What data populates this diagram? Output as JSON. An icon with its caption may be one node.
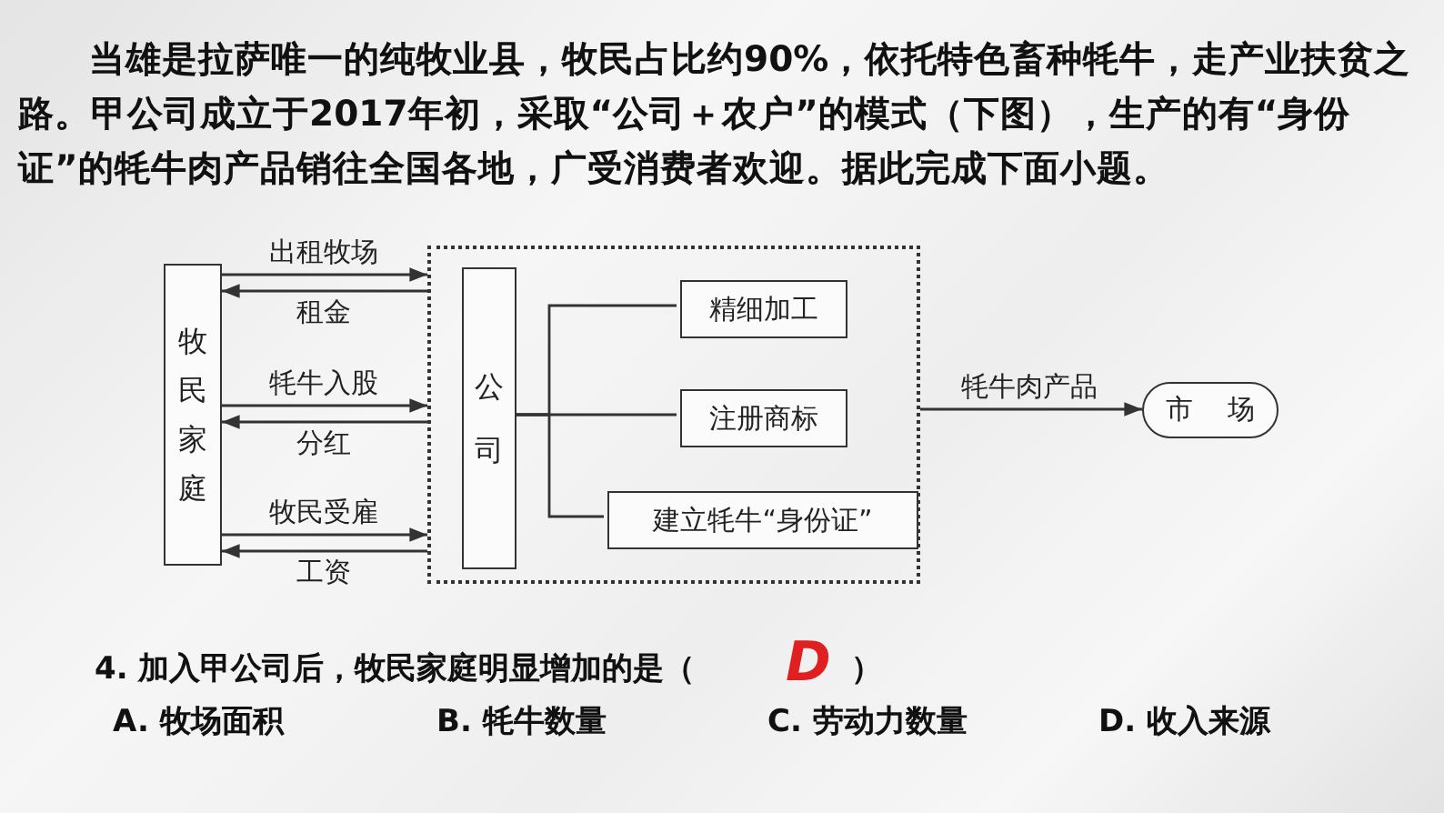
{
  "diagram": {
    "nodes": [
      {
        "text": [
          "牧民家庭"
        ]
      },
      {
        "text": [],
        "shape": "box"
      },
      {
        "text": [
          "公司"
        ],
        "in": 1
      },
      {
        "text": [
          "精细加工"
        ],
        "in": 1
      },
      {
        "text": [
          "注册商标"
        ],
        "in": 1
      },
      {
        "text": [
          "建立牦牛“身份证”"
        ],
        "in": 1
      },
      {
        "text": [
          "市 场"
        ]
      }
    ],
    "edges": [
      {
        "from": 0,
        "to": 1,
        "arrow": "to",
        "label": "出租牧场"
      },
      {
        "from": 1,
        "to": 0,
        "arrow": "to",
        "label": "租金"
      },
      {
        "from": 0,
        "to": 1,
        "arrow": "to",
        "label": "牦牛入股"
      },
      {
        "from": 1,
        "to": 0,
        "arrow": "to",
        "label": "分红"
      },
      {
        "from": 0,
        "to": 1,
        "arrow": "to",
        "label": "牧民受雇"
      },
      {
        "from": 1,
        "to": 0,
        "arrow": "to",
        "label": "工资"
      },
      {
        "from": 2,
        "to": 3,
        "arrow": "none"
      },
      {
        "from": 2,
        "to": 4,
        "arrow": "none"
      },
      {
        "from": 2,
        "to": 5,
        "arrow": "none"
      },
      {
        "from": 1,
        "to": 6,
        "arrow": "to",
        "label": "牦牛肉产品"
      }
    ],
    "labels": [
      "当雄是拉萨唯一的纯牧业县，牧民占比约90%，依托特色畜种牦牛，走产业扶贫之路。甲公司成立于2017年初，采取“公司＋农户”的模式（下图），生产的有“身份证”的牦牛肉产品销往全国各地，广受消费者欢迎。据此完成下面小题。",
      "4. 加入甲公司后，牧民家庭明显增加的是（",
      "D",
      "）",
      "A. 牧场面积",
      "B. 牦牛数量",
      "C. 劳动力数量",
      "D. 收入来源"
    ]
  }
}
